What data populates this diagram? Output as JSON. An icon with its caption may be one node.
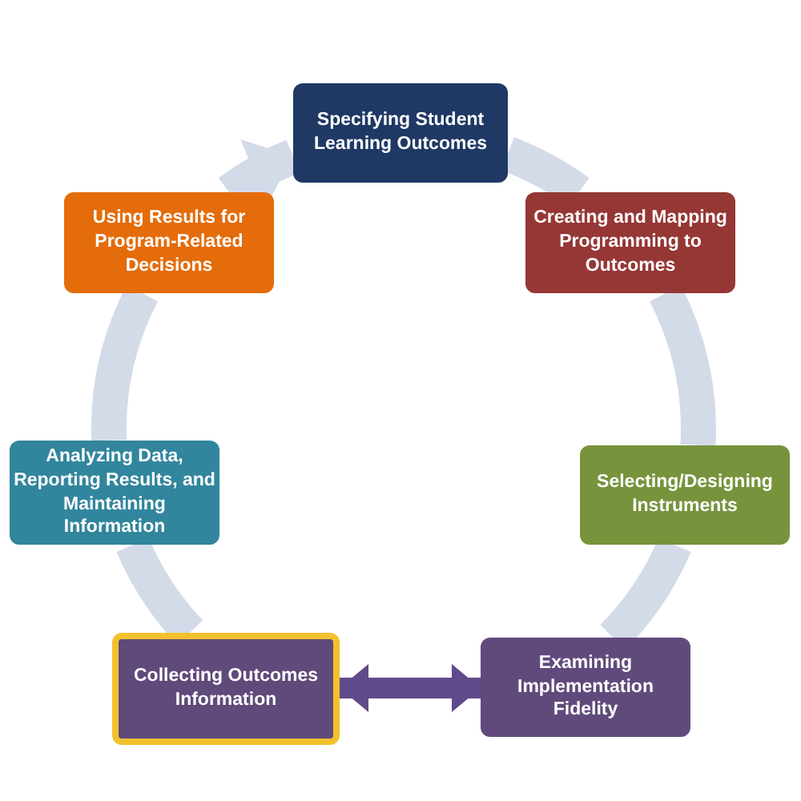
{
  "diagram": {
    "nodes": [
      {
        "text": [
          "Specifying Student Learning Outcomes"
        ]
      },
      {
        "text": [
          "Creating and Mapping Programming to Outcomes"
        ]
      },
      {
        "text": [
          "Selecting/Designing Instruments"
        ]
      },
      {
        "text": [
          "Examining Implementation Fidelity"
        ]
      },
      {
        "text": [
          "Collecting Outcomes Information"
        ]
      },
      {
        "text": [
          "Analyzing Data, Reporting Results, and Maintaining Information"
        ]
      },
      {
        "text": [
          "Using Results for Program-Related Decisions"
        ]
      }
    ],
    "edges": [
      {
        "from": 0,
        "to": 1,
        "arrow": "none"
      },
      {
        "from": 1,
        "to": 2,
        "arrow": "none"
      },
      {
        "from": 2,
        "to": 3,
        "arrow": "none"
      },
      {
        "from": 4,
        "to": 5,
        "arrow": "none"
      },
      {
        "from": 5,
        "to": 6,
        "arrow": "none"
      },
      {
        "from": 6,
        "to": 0,
        "arrow": "to"
      },
      {
        "from": 4,
        "to": 3,
        "arrow": "both",
        "color": "#5f4b8b"
      }
    ]
  }
}
